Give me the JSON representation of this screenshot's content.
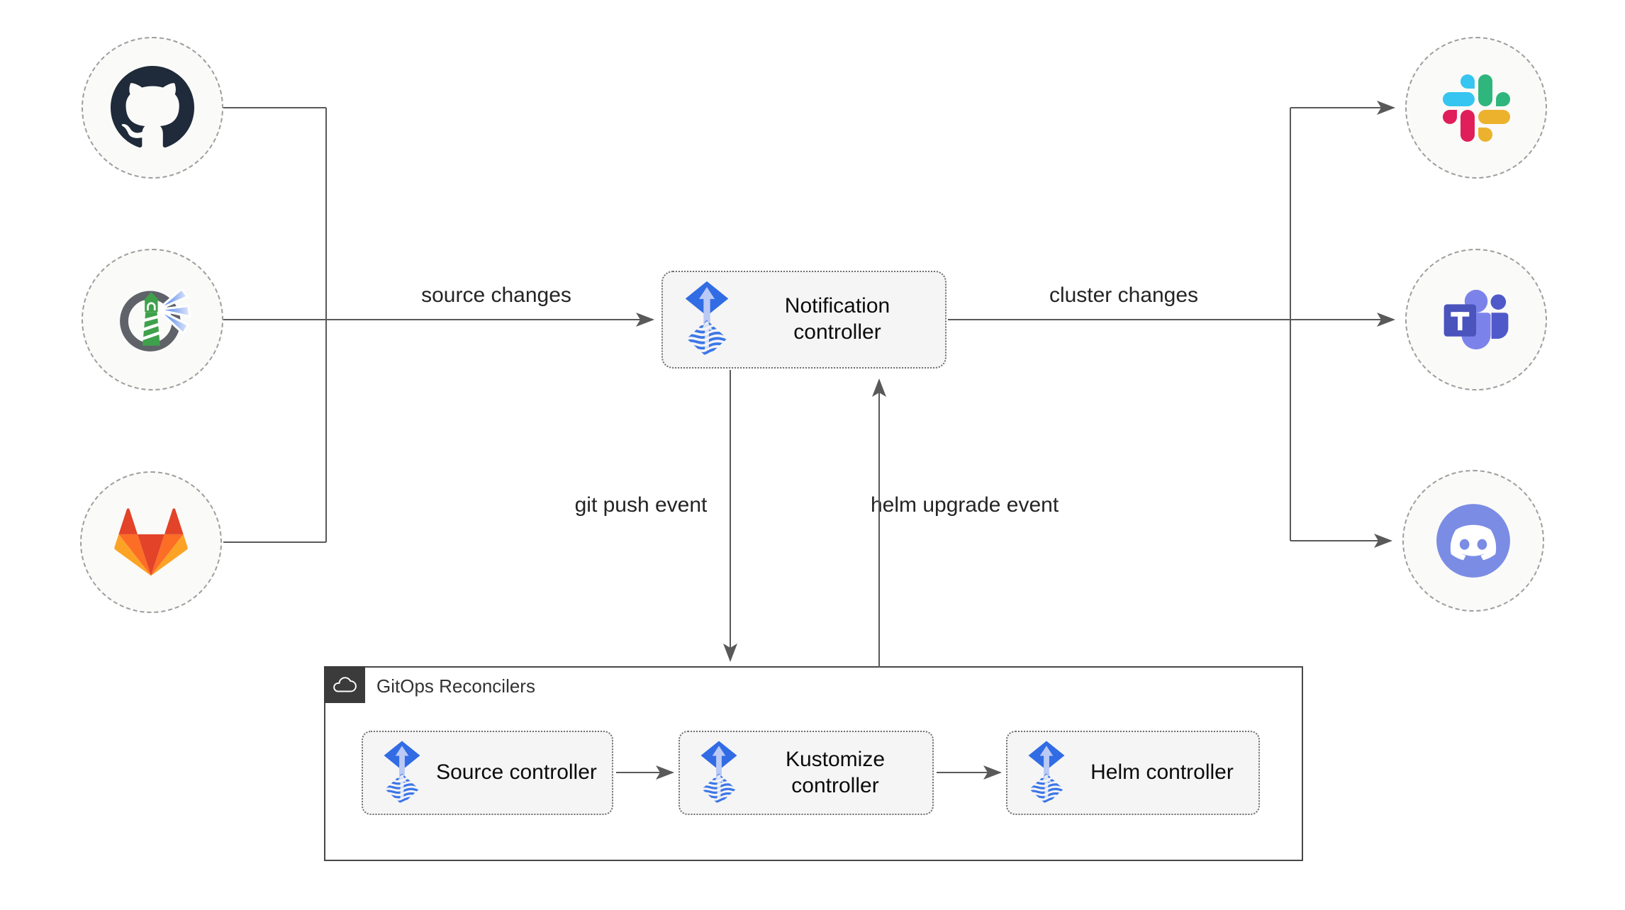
{
  "diagram": {
    "nodes": {
      "notification_controller": {
        "label": "Notification controller",
        "icon": "flux-icon"
      },
      "source_controller": {
        "label": "Source controller",
        "icon": "flux-icon"
      },
      "kustomize_controller": {
        "label": "Kustomize controller",
        "icon": "flux-icon"
      },
      "helm_controller": {
        "label": "Helm controller",
        "icon": "flux-icon"
      }
    },
    "group": {
      "label": "GitOps Reconcilers",
      "icon": "cloud-icon"
    },
    "sources": [
      {
        "id": "github",
        "icon": "github-icon"
      },
      {
        "id": "harbor",
        "icon": "harbor-icon"
      },
      {
        "id": "gitlab",
        "icon": "gitlab-icon"
      }
    ],
    "targets": [
      {
        "id": "slack",
        "icon": "slack-icon"
      },
      {
        "id": "teams",
        "icon": "teams-icon"
      },
      {
        "id": "discord",
        "icon": "discord-icon"
      }
    ],
    "edges": [
      {
        "from": "github",
        "to": "notification-controller",
        "label": ""
      },
      {
        "from": "harbor",
        "to": "notification-controller",
        "label": "source changes"
      },
      {
        "from": "gitlab",
        "to": "notification-controller",
        "label": ""
      },
      {
        "from": "notification-controller",
        "to": "slack",
        "label": "cluster changes"
      },
      {
        "from": "notification-controller",
        "to": "teams",
        "label": ""
      },
      {
        "from": "notification-controller",
        "to": "discord",
        "label": ""
      },
      {
        "from": "notification-controller",
        "to": "gitops-reconcilers",
        "label": "git push event"
      },
      {
        "from": "gitops-reconcilers",
        "to": "notification-controller",
        "label": "helm upgrade event"
      },
      {
        "from": "source-controller",
        "to": "kustomize-controller",
        "label": ""
      },
      {
        "from": "kustomize-controller",
        "to": "helm-controller",
        "label": ""
      }
    ],
    "colors": {
      "flux_blue": "#316ce4",
      "flux_light_blue": "#bac9f5",
      "connector_gray": "#595959",
      "node_background": "#f5f5f5",
      "circle_background": "#fafaf8",
      "group_tab_dark": "#3b3b3b",
      "github_dark": "#1f2a3a",
      "gitlab_red": "#e24329",
      "gitlab_orange": "#fc6d26",
      "gitlab_yellow": "#fca326",
      "slack_blue": "#36c5f0",
      "slack_green": "#2eb67d",
      "slack_red": "#e01e5a",
      "slack_yellow": "#ecb22e",
      "teams_purple": "#4b53bc",
      "discord_blurple": "#7b8ce4",
      "harbor_green": "#3fa14b"
    }
  }
}
